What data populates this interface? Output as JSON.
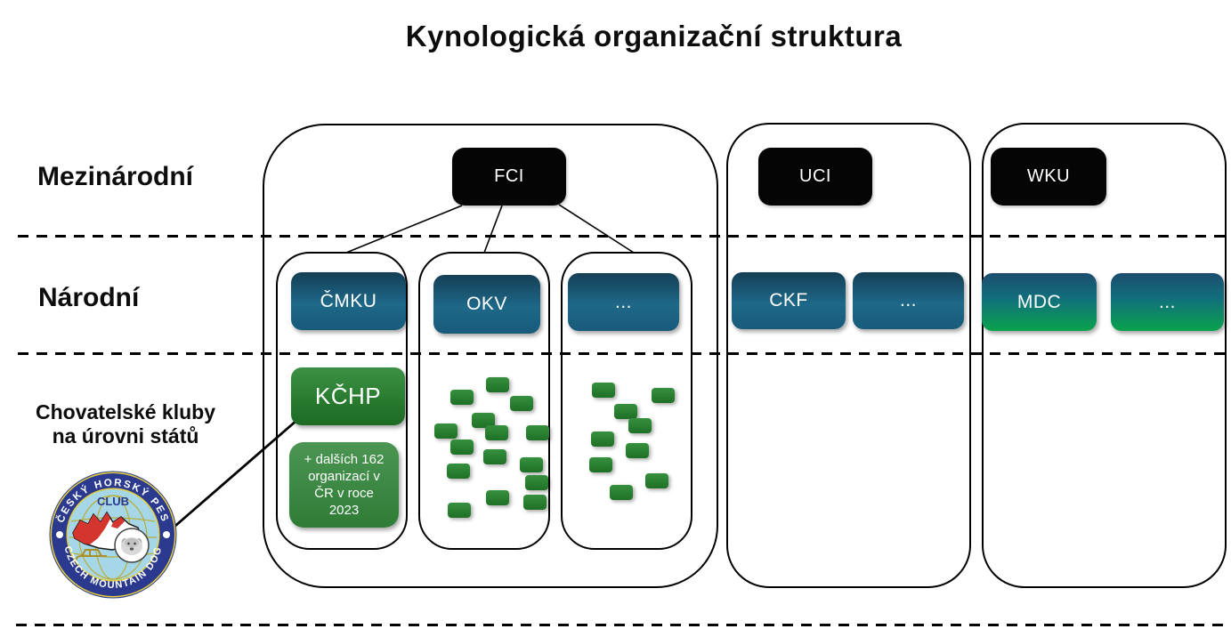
{
  "title": "Kynologická organizační struktura",
  "levels": {
    "international_label": "Mezinárodní",
    "national_label": "Národní",
    "clubs_label_line1": "Chovatelské kluby",
    "clubs_label_line2": "na úrovni států"
  },
  "groups": {
    "fci": {
      "international": "FCI",
      "national": [
        {
          "label": "ČMKU"
        },
        {
          "label": "OKV"
        },
        {
          "label": "..."
        }
      ]
    },
    "uci": {
      "international": "UCI",
      "national": [
        {
          "label": "CKF"
        },
        {
          "label": "..."
        }
      ]
    },
    "wku": {
      "international": "WKU",
      "national": [
        {
          "label": "MDC"
        },
        {
          "label": "..."
        }
      ]
    }
  },
  "clubs": {
    "kchp_label": "KČHP",
    "note_lines": [
      "+ dalších 162",
      "organizací v",
      "ČR v roce",
      "2023"
    ]
  },
  "scatter": {
    "okv_markers": [
      [
        546,
        424
      ],
      [
        506,
        438
      ],
      [
        573,
        445
      ],
      [
        530,
        464
      ],
      [
        488,
        476
      ],
      [
        545,
        478
      ],
      [
        591,
        478
      ],
      [
        506,
        494
      ],
      [
        543,
        505
      ],
      [
        584,
        514
      ],
      [
        502,
        521
      ],
      [
        590,
        534
      ],
      [
        546,
        551
      ],
      [
        588,
        556
      ],
      [
        503,
        565
      ]
    ],
    "other_markers": [
      [
        665,
        430
      ],
      [
        732,
        436
      ],
      [
        690,
        454
      ],
      [
        706,
        470
      ],
      [
        664,
        485
      ],
      [
        703,
        498
      ],
      [
        662,
        514
      ],
      [
        725,
        532
      ],
      [
        685,
        545
      ]
    ]
  },
  "logo": {
    "ring_top_text": "ČESKÝ HORSKÝ PES",
    "ring_bottom_text": "CZECH MOUNTAIN DOG",
    "club_text": "CLUB"
  },
  "colors": {
    "international_box_black": "#050505",
    "national_box_blue": "#1d6587",
    "club_green": "#2a7d31",
    "wku_gradient_top": "#1d4d6e",
    "wku_gradient_bottom": "#0aa24d"
  }
}
